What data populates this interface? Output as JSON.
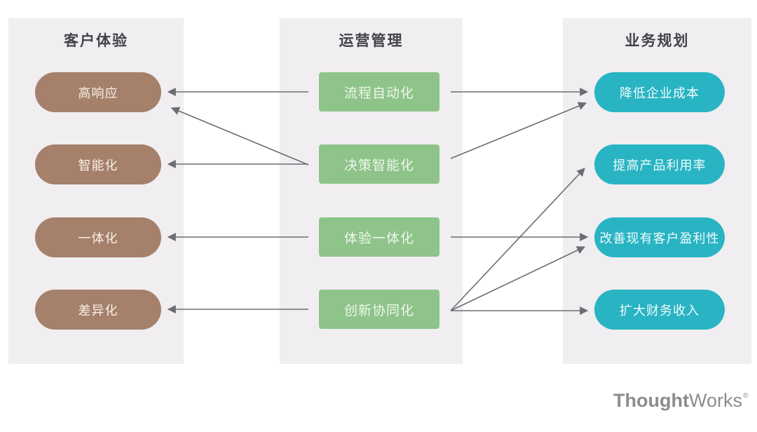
{
  "columns": [
    {
      "id": "customer-experience",
      "title": "客户体验",
      "shape": "pill",
      "color": "#a5806b",
      "items": [
        {
          "label": "高响应"
        },
        {
          "label": "智能化"
        },
        {
          "label": "一体化"
        },
        {
          "label": "差异化"
        }
      ]
    },
    {
      "id": "operations-management",
      "title": "运营管理",
      "shape": "rect",
      "color": "#8ec48a",
      "items": [
        {
          "label": "流程自动化"
        },
        {
          "label": "决策智能化"
        },
        {
          "label": "体验一体化"
        },
        {
          "label": "创新协同化"
        }
      ]
    },
    {
      "id": "business-planning",
      "title": "业务规划",
      "shape": "pill",
      "color": "#29b4c3",
      "items": [
        {
          "label": "降低企业成本"
        },
        {
          "label": "提高产品利用率"
        },
        {
          "label": "改善现有客户盈利性"
        },
        {
          "label": "扩大财务收入"
        }
      ]
    }
  ],
  "connections": [
    {
      "from": "流程自动化",
      "to": "高响应"
    },
    {
      "from": "流程自动化",
      "to": "降低企业成本"
    },
    {
      "from": "决策智能化",
      "to": "智能化"
    },
    {
      "from": "决策智能化",
      "to": "高响应"
    },
    {
      "from": "决策智能化",
      "to": "降低企业成本"
    },
    {
      "from": "体验一体化",
      "to": "一体化"
    },
    {
      "from": "体验一体化",
      "to": "改善现有客户盈利性"
    },
    {
      "from": "创新协同化",
      "to": "差异化"
    },
    {
      "from": "创新协同化",
      "to": "提高产品利用率"
    },
    {
      "from": "创新协同化",
      "to": "改善现有客户盈利性"
    },
    {
      "from": "创新协同化",
      "to": "扩大财务收入"
    }
  ],
  "logo": {
    "bold": "Thought",
    "regular": "Works",
    "registered": "®"
  },
  "colors": {
    "column_background": "#f0eef0",
    "arrow": "#6b6e71",
    "header_text": "#414448",
    "logo_text": "#8b8c8e"
  }
}
